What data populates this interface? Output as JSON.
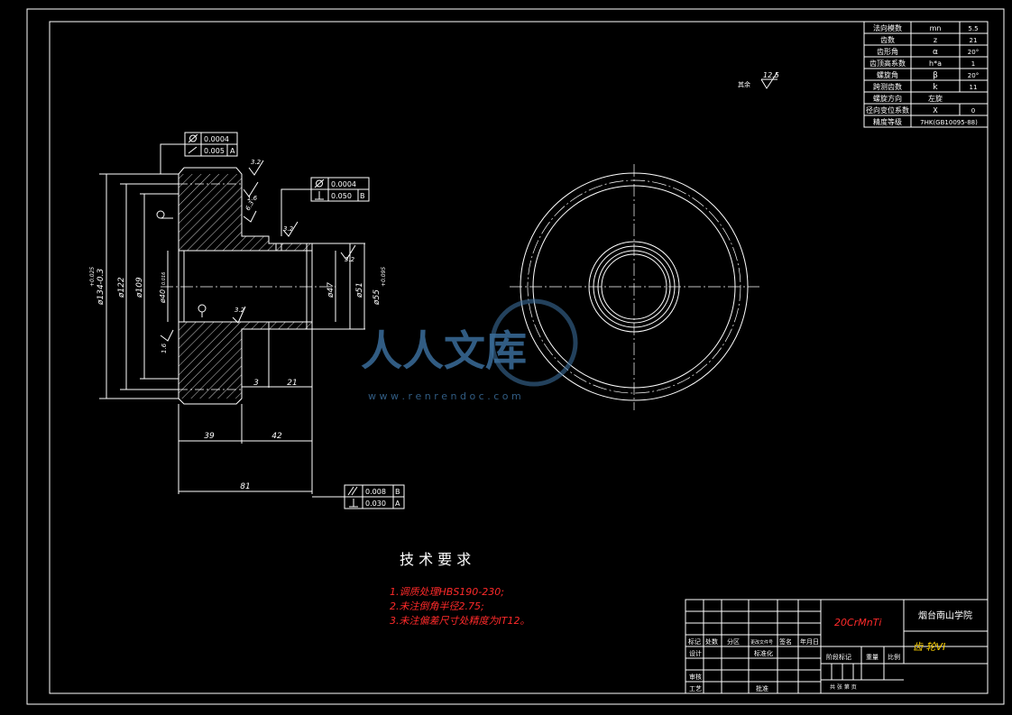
{
  "params": {
    "rows": [
      {
        "label": "法向模数",
        "sym": "mn",
        "val": "5.5"
      },
      {
        "label": "齿数",
        "sym": "z",
        "val": "21"
      },
      {
        "label": "齿形角",
        "sym": "α",
        "val": "20°"
      },
      {
        "label": "齿顶高系数",
        "sym": "h*a",
        "val": "1"
      },
      {
        "label": "螺旋角",
        "sym": "β",
        "val": "20°"
      },
      {
        "label": "跨测齿数",
        "sym": "k",
        "val": "11"
      },
      {
        "label": "螺旋方向",
        "sym": "左旋",
        "val": ""
      },
      {
        "label": "径向变位系数",
        "sym": "X",
        "val": "0"
      },
      {
        "label": "精度等级",
        "sym": "7HK(GB10095-88)",
        "val": ""
      }
    ]
  },
  "roughness": {
    "other_prefix": "其余",
    "other_value": "12.5"
  },
  "tolerances": {
    "top_frame": {
      "row1_val": "0.0004",
      "row2_val": "0.005",
      "row2_datum": "A"
    },
    "mid_frame": {
      "row1_val": "0.0004",
      "row2_val": "0.050",
      "row2_datum": "B"
    },
    "bottom_frame": {
      "row1_val": "0.008",
      "row1_datum": "B",
      "row2_val": "0.030",
      "row2_datum": "A"
    }
  },
  "dims": {
    "d134": "ø134-0.3",
    "d134_tol": "+0.025",
    "d122": "ø122",
    "d109": "ø109",
    "d40": "ø40",
    "d40_tol": "0.016",
    "d47": "ø47",
    "d51": "ø51",
    "d55": "ø55",
    "d55_tol": "+0.095",
    "len39": "39",
    "len42": "42",
    "len81": "81",
    "len3": "3",
    "len21": "21",
    "r32a": "3.2",
    "r32b": "3.2",
    "r32c": "3.2",
    "r32d": "3.2",
    "r16a": "1.6",
    "r16b": "1.6",
    "r63": "6.3"
  },
  "tech": {
    "title": "技 术 要 求",
    "items": [
      "1.调质处理HBS190-230;",
      "2.未注倒角半径2.75;",
      "3.未注偏差尺寸处精度为IT12。"
    ]
  },
  "titleblock": {
    "material": "20CrMnTi",
    "school": "烟台南山学院",
    "part": "齿 轮VI",
    "h_mark": "标记",
    "h_count": "处数",
    "h_zone": "分区",
    "h_doc": "更改文件号",
    "h_sign": "签名",
    "h_date": "年月日",
    "design": "设计",
    "standard": "标准化",
    "stage": "阶段标记",
    "weight": "重量",
    "scale": "比例",
    "review": "审核",
    "craft": "工艺",
    "approve": "批准",
    "sheets": "共  张  第  页"
  },
  "watermark": {
    "brand": "人人文库",
    "url": "w w w . r e n r e n d o c . c o m"
  }
}
